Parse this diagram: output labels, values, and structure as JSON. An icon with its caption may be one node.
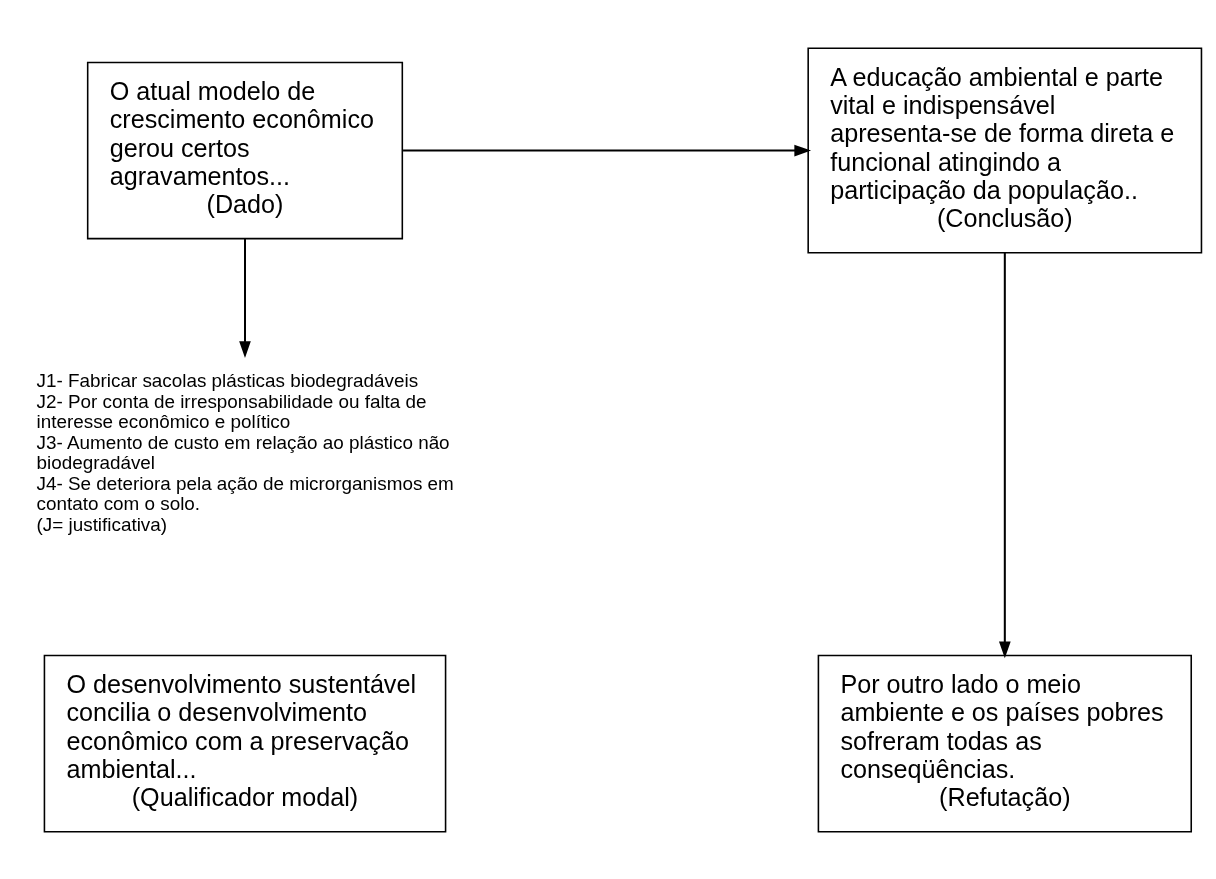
{
  "diagram": {
    "nodes": [
      {
        "text": [
          "O atual modelo de crescimento econômico gerou certos agravamentos...",
          "(Dado)"
        ]
      },
      {
        "text": [
          "A educação ambiental e parte vital e indispensável apresenta-se de forma direta e funcional atingindo a participação da população..",
          "(Conclusão)"
        ]
      },
      {
        "text": [
          "J1- Fabricar sacolas plásticas biodegradáveis",
          "J2- Por conta de irresponsabilidade ou falta de interesse econômico e político",
          "J3- Aumento de custo em relação ao plástico não biodegradável",
          "J4- Se deteriora pela ação de microrganismos em contato com o solo.",
          "(J= justificativa)"
        ]
      },
      {
        "text": [
          "O desenvolvimento sustentável concilia o desenvolvimento econômico com a preservação ambiental...",
          "(Qualificador modal)"
        ]
      },
      {
        "text": [
          "Por outro lado o meio ambiente e os países pobres sofreram todas as conseqüências.",
          "(Refutação)"
        ]
      }
    ],
    "edges": [
      {
        "from": 0,
        "to": 1,
        "arrow": "to"
      },
      {
        "from": 0,
        "to": 2,
        "arrow": "to"
      },
      {
        "from": 1,
        "to": 4,
        "arrow": "to"
      }
    ]
  }
}
